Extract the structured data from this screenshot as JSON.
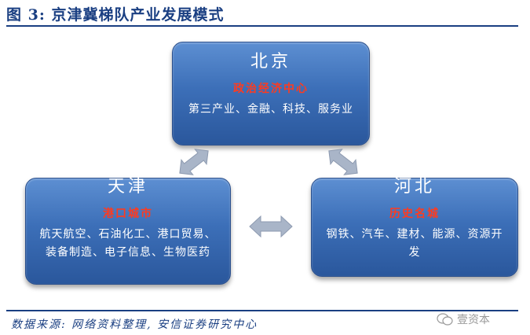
{
  "title": "图 3: 京津冀梯队产业发展模式",
  "nodes": {
    "beijing": {
      "name": "北京",
      "tag": "政治经济中心",
      "desc": "第三产业、金融、科技、服务业"
    },
    "tianjin": {
      "name": "天津",
      "tag": "港口城市",
      "desc": "航天航空、石油化工、港口贸易、装备制造、电子信息、生物医药"
    },
    "hebei": {
      "name": "河北",
      "tag": "历史名城",
      "desc": "钢铁、汽车、建材、能源、资源开发"
    }
  },
  "source": "数据来源: 网络资料整理, 安信证券研究中心",
  "watermark": "壹资本",
  "colors": {
    "title": "#1a3f82",
    "tag": "#ff3b1f",
    "box": "#3c6fb8",
    "arrow": "#a9b5c8"
  }
}
